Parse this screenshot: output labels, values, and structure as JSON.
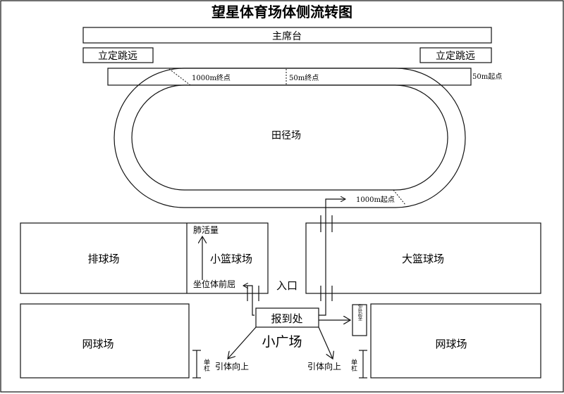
{
  "title": "望星体育场体侧流转图",
  "rostrum": "主席台",
  "long_jump_left": "立定跳远",
  "long_jump_right": "立定跳远",
  "track": {
    "name": "田径场",
    "finish_1000m": "1000m终点",
    "finish_50m": "50m终点",
    "start_50m": "50m起点",
    "start_1000m": "1000m起点"
  },
  "courts": {
    "volleyball": "排球场",
    "small_basketball": "小篮球场",
    "big_basketball": "大篮球场",
    "tennis_left": "网球场",
    "tennis_right": "网球场"
  },
  "stations": {
    "lung_capacity": "肺活量",
    "sit_and_reach": "坐位体前屈",
    "entrance": "入口",
    "registration": "报到处",
    "small_square": "小广场",
    "sit_ups": "仰卧起坐",
    "pull_ups_left": "引体向上",
    "pull_ups_right": "引体向上",
    "bar_left": "单杠",
    "bar_right": "单杠"
  }
}
